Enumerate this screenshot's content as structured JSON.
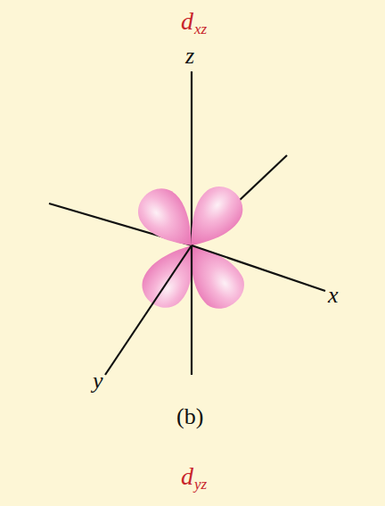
{
  "diagram": {
    "labels": [
      "d",
      "xz",
      "z",
      "x",
      "y",
      "(b)",
      "d",
      "yz"
    ]
  }
}
